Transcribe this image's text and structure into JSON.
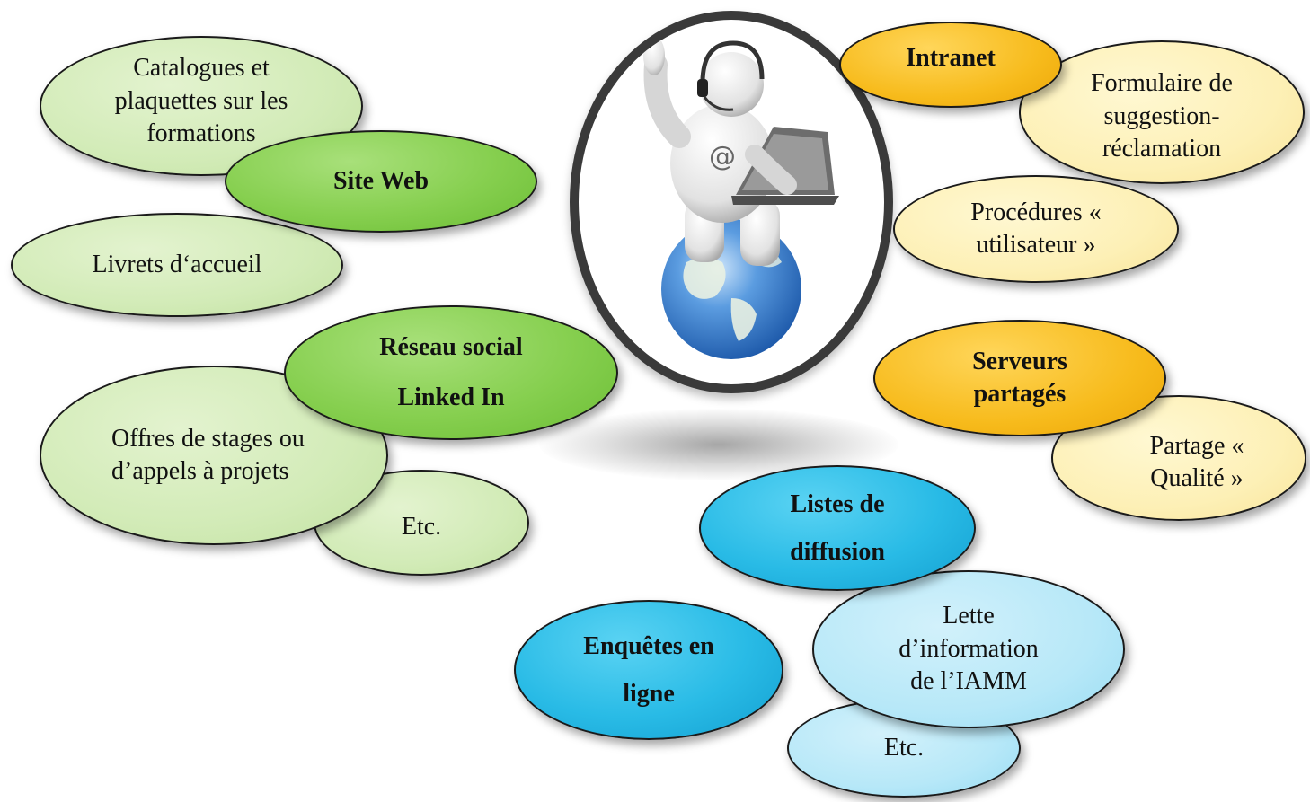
{
  "nodes": {
    "catalogues": "Catalogues et plaquettes sur les formations",
    "site_web": "Site Web",
    "livrets": "Livrets d‘accueil",
    "reseau_social": "Réseau social Linked In",
    "offres": "Offres de stages ou d’appels à projets",
    "etc_green": "Etc.",
    "intranet": "Intranet",
    "formulaire": "Formulaire de suggestion-réclamation",
    "procedures": "Procédures « utilisateur »",
    "serveurs": "Serveurs partagés",
    "partage": "Partage « Qualité »",
    "listes": "Listes de diffusion",
    "lettre": "Lette d’information de l’IAMM",
    "enquetes": "Enquêtes en ligne",
    "etc_blue": "Etc."
  },
  "center_image": {
    "icon": "user-laptop-globe-icon",
    "symbol": "@"
  },
  "colors": {
    "green_light": "#d2ebb7",
    "green_dark": "#86cf4f",
    "yellow_light": "#fdf0b6",
    "orange": "#f7bb1c",
    "blue_dark": "#29bbe6",
    "blue_light": "#b7e8f8"
  }
}
